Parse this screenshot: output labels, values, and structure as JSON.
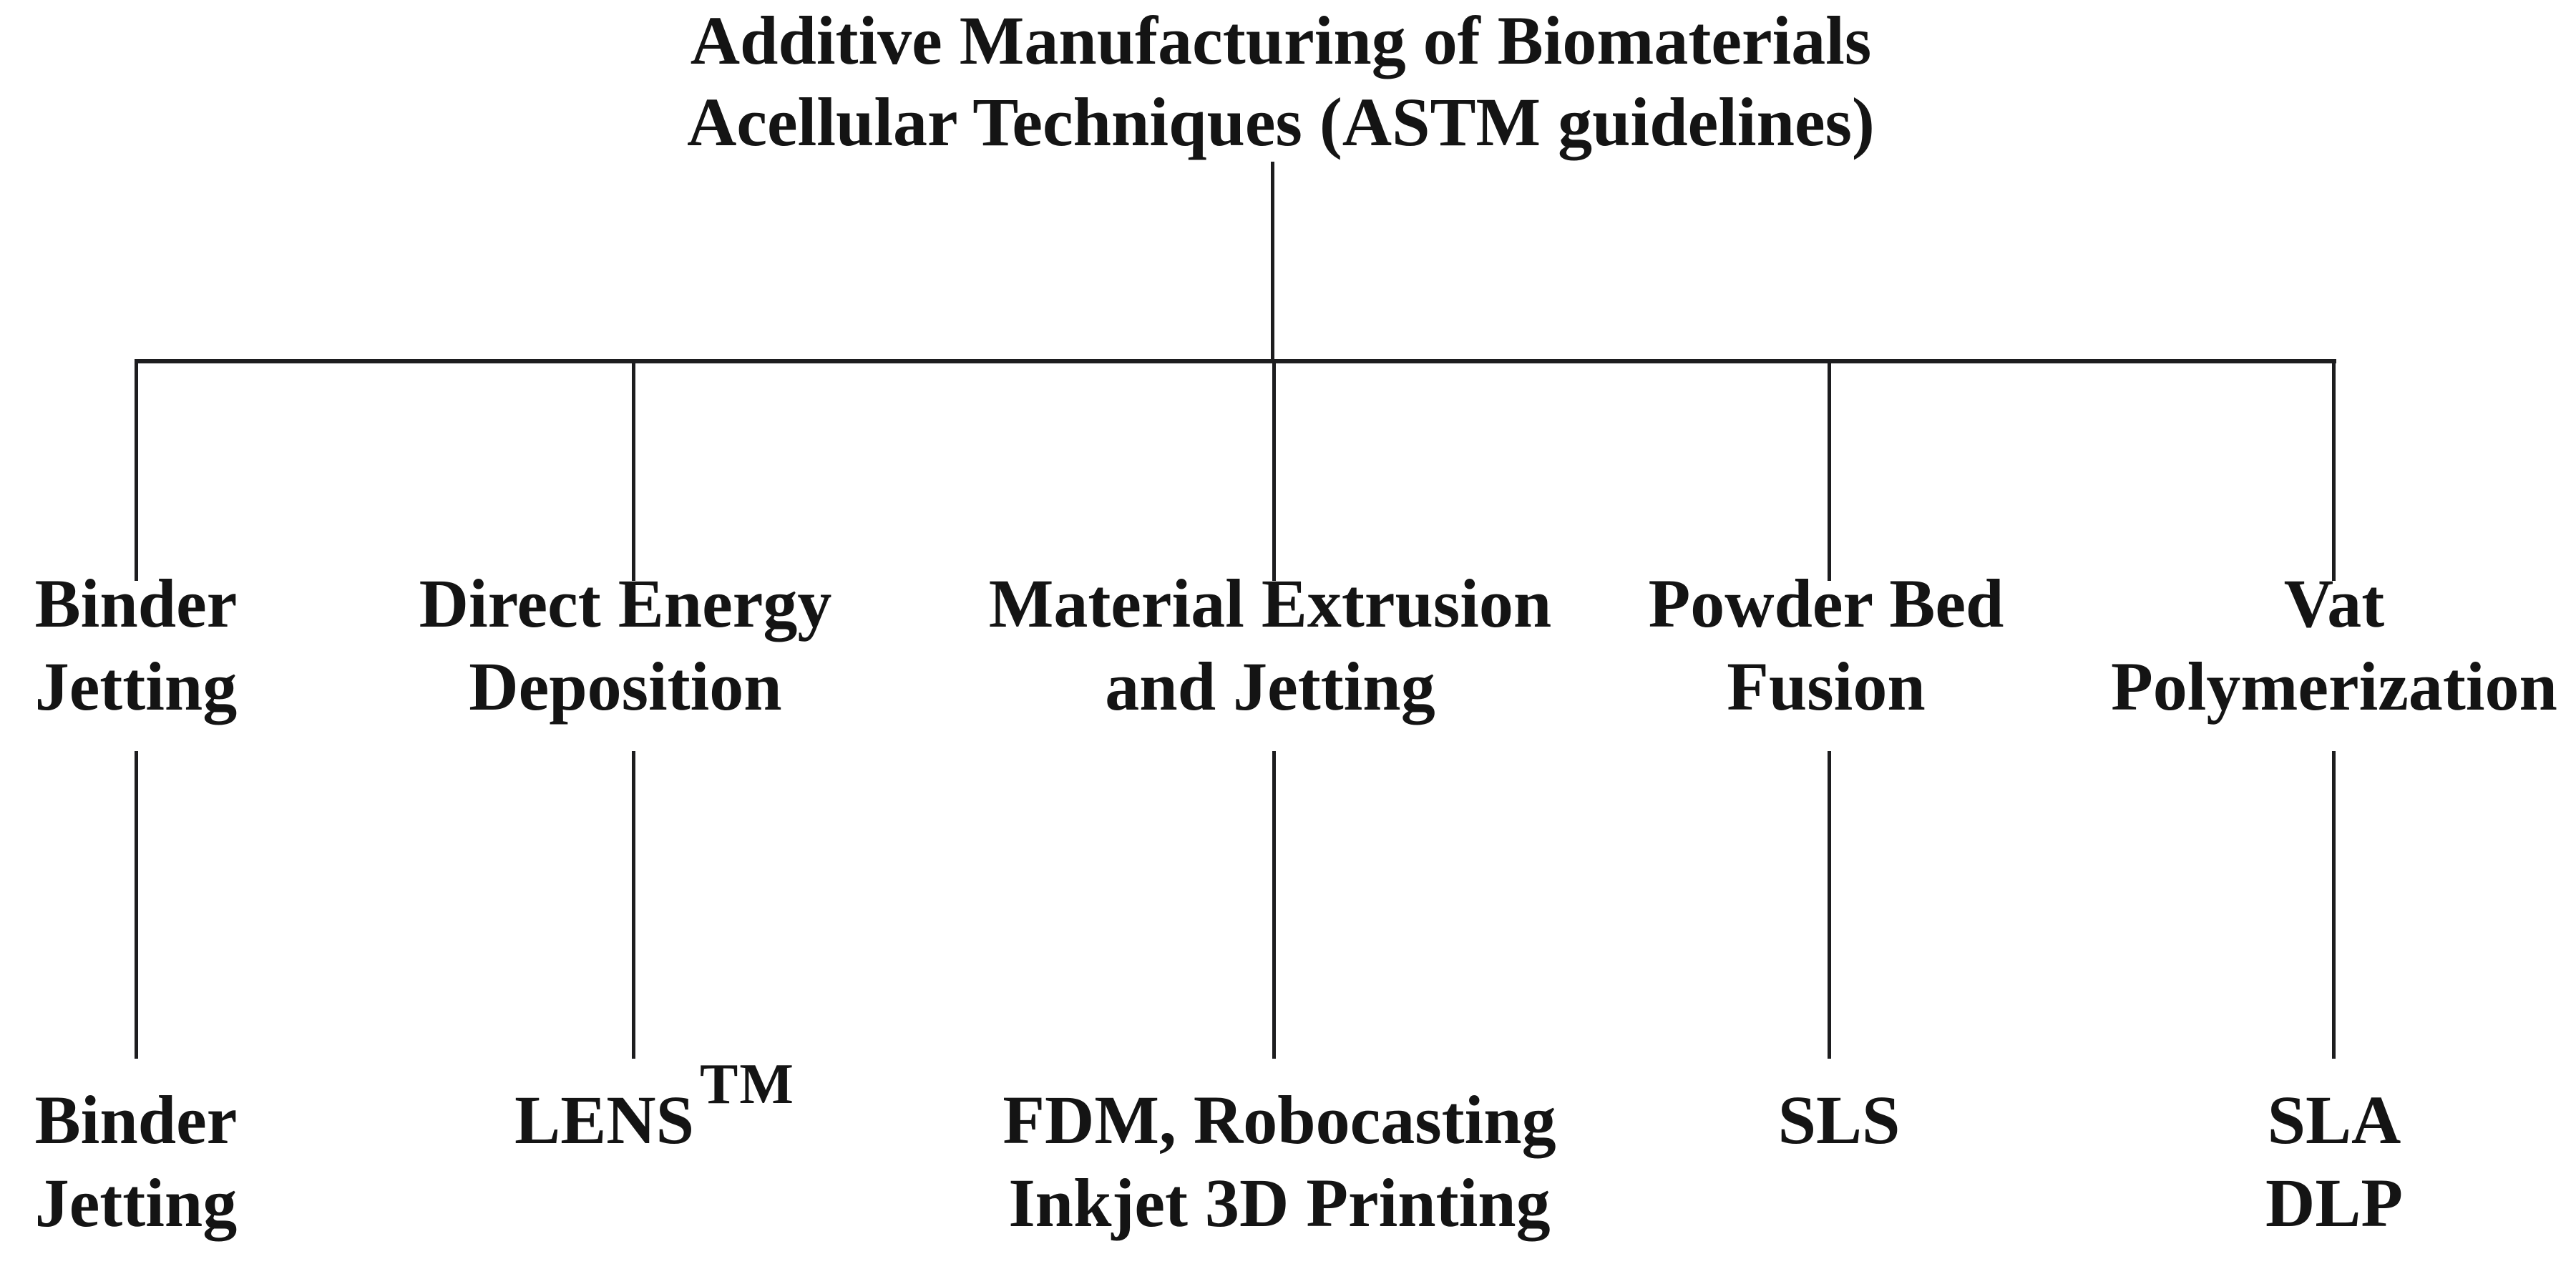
{
  "figure": {
    "title": {
      "line1": "Additive Manufacturing of Biomaterials",
      "line2": "Acellular Techniques (ASTM guidelines)"
    },
    "branches": [
      {
        "name_line1": "Binder",
        "name_line2": "Jetting",
        "tech_line1": "Binder",
        "tech_line2": "Jetting"
      },
      {
        "name_line1": "Direct Energy",
        "name_line2": "Deposition",
        "tech_line1": "LENS",
        "tech_superscript": "TM"
      },
      {
        "name_line1": "Material Extrusion",
        "name_line2": "and Jetting",
        "tech_line1": "FDM, Robocasting",
        "tech_line2": "Inkjet 3D Printing"
      },
      {
        "name_line1": "Powder Bed",
        "name_line2": "Fusion",
        "tech_line1": "SLS"
      },
      {
        "name_line1": "Vat",
        "name_line2": "Polymerization",
        "tech_line1": "SLA",
        "tech_line2": "DLP"
      }
    ],
    "colors": {
      "text": "#141414",
      "connector_line": "#1d1d1f",
      "background": "#ffffff"
    }
  }
}
